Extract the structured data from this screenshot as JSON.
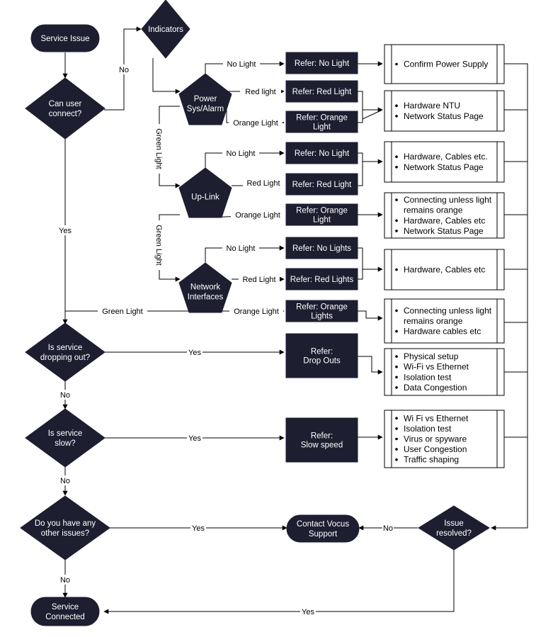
{
  "nodes": {
    "service_issue": "Service Issue",
    "indicators": "Indicators",
    "can_user_connect": [
      "Can user",
      "connect?"
    ],
    "power": [
      "Power",
      "Sys/Alarm"
    ],
    "uplink": "Up-Link",
    "network": [
      "Network",
      "Interfaces"
    ],
    "dropping": [
      "Is service",
      "dropping out?"
    ],
    "slow": [
      "Is service",
      "slow?"
    ],
    "other": [
      "Do you have any",
      "other issues?"
    ],
    "contact": [
      "Contact Vocus",
      "Support"
    ],
    "issue_resolved": [
      "Issue",
      "resolved?"
    ],
    "service_connected": [
      "Service",
      "Connected"
    ]
  },
  "refer": {
    "p_no": [
      "Refer: No Light"
    ],
    "p_red": [
      "Refer: Red Light"
    ],
    "p_orange": [
      "Refer: Orange",
      "Light"
    ],
    "u_no": [
      "Refer: No Light"
    ],
    "u_red": [
      "Refer: Red Light"
    ],
    "u_orange": [
      "Refer: Orange",
      "Light"
    ],
    "n_no": [
      "Refer: No Lights"
    ],
    "n_red": [
      "Refer: Red Lights"
    ],
    "n_orange": [
      "Refer: Orange",
      "Lights"
    ],
    "drop": [
      "Refer:",
      "Drop Outs"
    ],
    "slow": [
      "Refer:",
      "Slow speed"
    ]
  },
  "lists": {
    "l1": [
      "Confirm Power Supply"
    ],
    "l2": [
      "Hardware NTU",
      "Network Status Page"
    ],
    "l3": [
      "Hardware, Cables etc.",
      "Network Status Page"
    ],
    "l4": [
      [
        "Connecting unless light",
        "remains orange"
      ],
      "Hardware, Cables etc",
      "Network Status Page"
    ],
    "l5": [
      "Hardware, Cables etc"
    ],
    "l6": [
      [
        "Connecting unless light",
        "remains orange"
      ],
      "Hardware cables etc"
    ],
    "l7": [
      "Physical setup",
      "Wi-Fi vs Ethernet",
      "Isolation test",
      "Data Congestion"
    ],
    "l8": [
      "Wi Fi vs Ethernet",
      "Isolation test",
      "Virus or spyware",
      "User Congestion",
      "Traffic shaping"
    ]
  },
  "edge_labels": {
    "no_connect": "No",
    "yes_connect": "Yes",
    "p_no_light": "No Light",
    "p_red_light": "Red light",
    "p_orange_light": "Orange Light",
    "p_green_light": "Green Light",
    "u_no_light": "No Light",
    "u_red_light": "Red Light",
    "u_orange_light": "Orange Light",
    "u_green_light": "Green Light",
    "n_no_light": "No Light",
    "n_red_light": "Red Light",
    "n_orange_light": "Orange Light",
    "n_green_light": "Green Light",
    "drop_yes": "Yes",
    "drop_no": "No",
    "slow_yes": "Yes",
    "slow_no": "No",
    "other_yes": "Yes",
    "other_no": "No",
    "resolved_no": "No",
    "resolved_yes": "Yes"
  },
  "colors": {
    "node_fill": "#1e1e31",
    "line": "#000000",
    "box_border": "#000000"
  }
}
